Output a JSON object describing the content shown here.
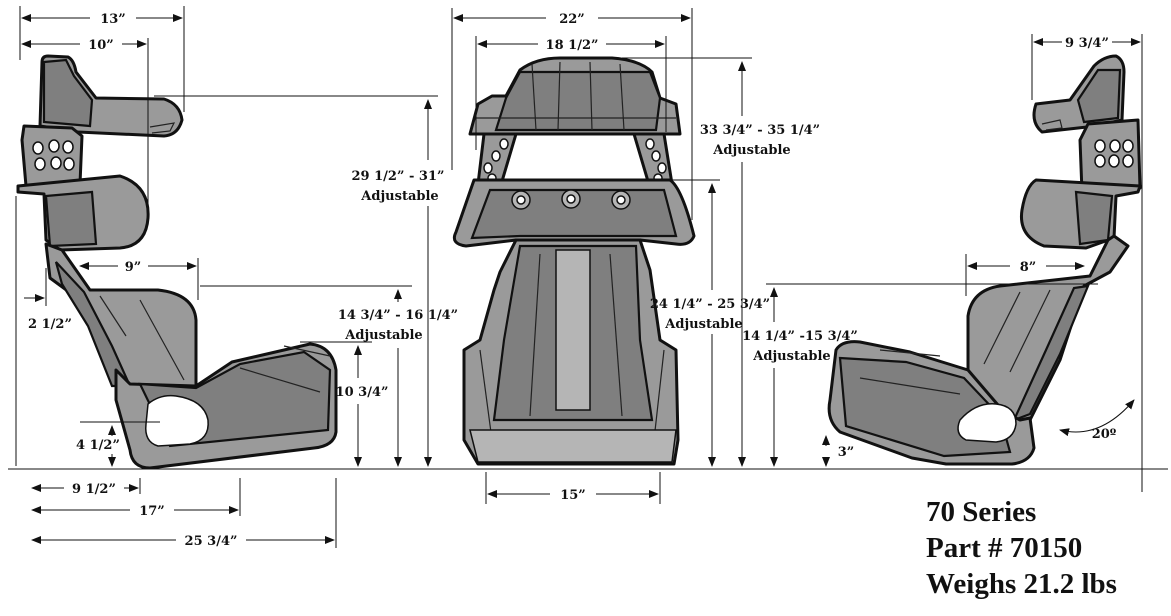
{
  "dimensions": {
    "overall_back_width": "13”",
    "back_depth_10": "10”",
    "side_seat_depth_9": "9”",
    "side_offset_2_half": "2 1/2”",
    "side_hole_height": "4 1/2”",
    "side_hole_depth": "9 1/2”",
    "side_depth_17": "17”",
    "side_length_25_3_4": "25 3/4”",
    "side_height_10_3_4": "10 3/4”",
    "side_back_height_line1": "29 1/2” - 31”",
    "side_back_height_line2": "Adjustable",
    "side_seat_height_line1": "14 3/4” - 16 1/4”",
    "side_seat_height_line2": "Adjustable",
    "front_width_22": "22”",
    "front_inner_width": "18 1/2”",
    "front_bottom_width": "15”",
    "front_shoulder_height_line1": "24 1/4” - 25 3/4”",
    "front_shoulder_height_line2": "Adjustable",
    "front_total_height_line1": "33 3/4” - 35 1/4”",
    "front_total_height_line2": "Adjustable",
    "right_head_width": "9 3/4”",
    "right_seat_depth": "8”",
    "right_seat_height_line1": "14 1/4” -15 3/4”",
    "right_seat_height_line2": "Adjustable",
    "right_lift": "3”",
    "recline_angle": "20º"
  },
  "product": {
    "series": "70 Series",
    "part": "Part # 70150",
    "weight": "Weighs 21.2 lbs"
  },
  "colors": {
    "seat_fill": "#9a9a9a",
    "seat_dark": "#7f7f7f",
    "line": "#111111"
  }
}
